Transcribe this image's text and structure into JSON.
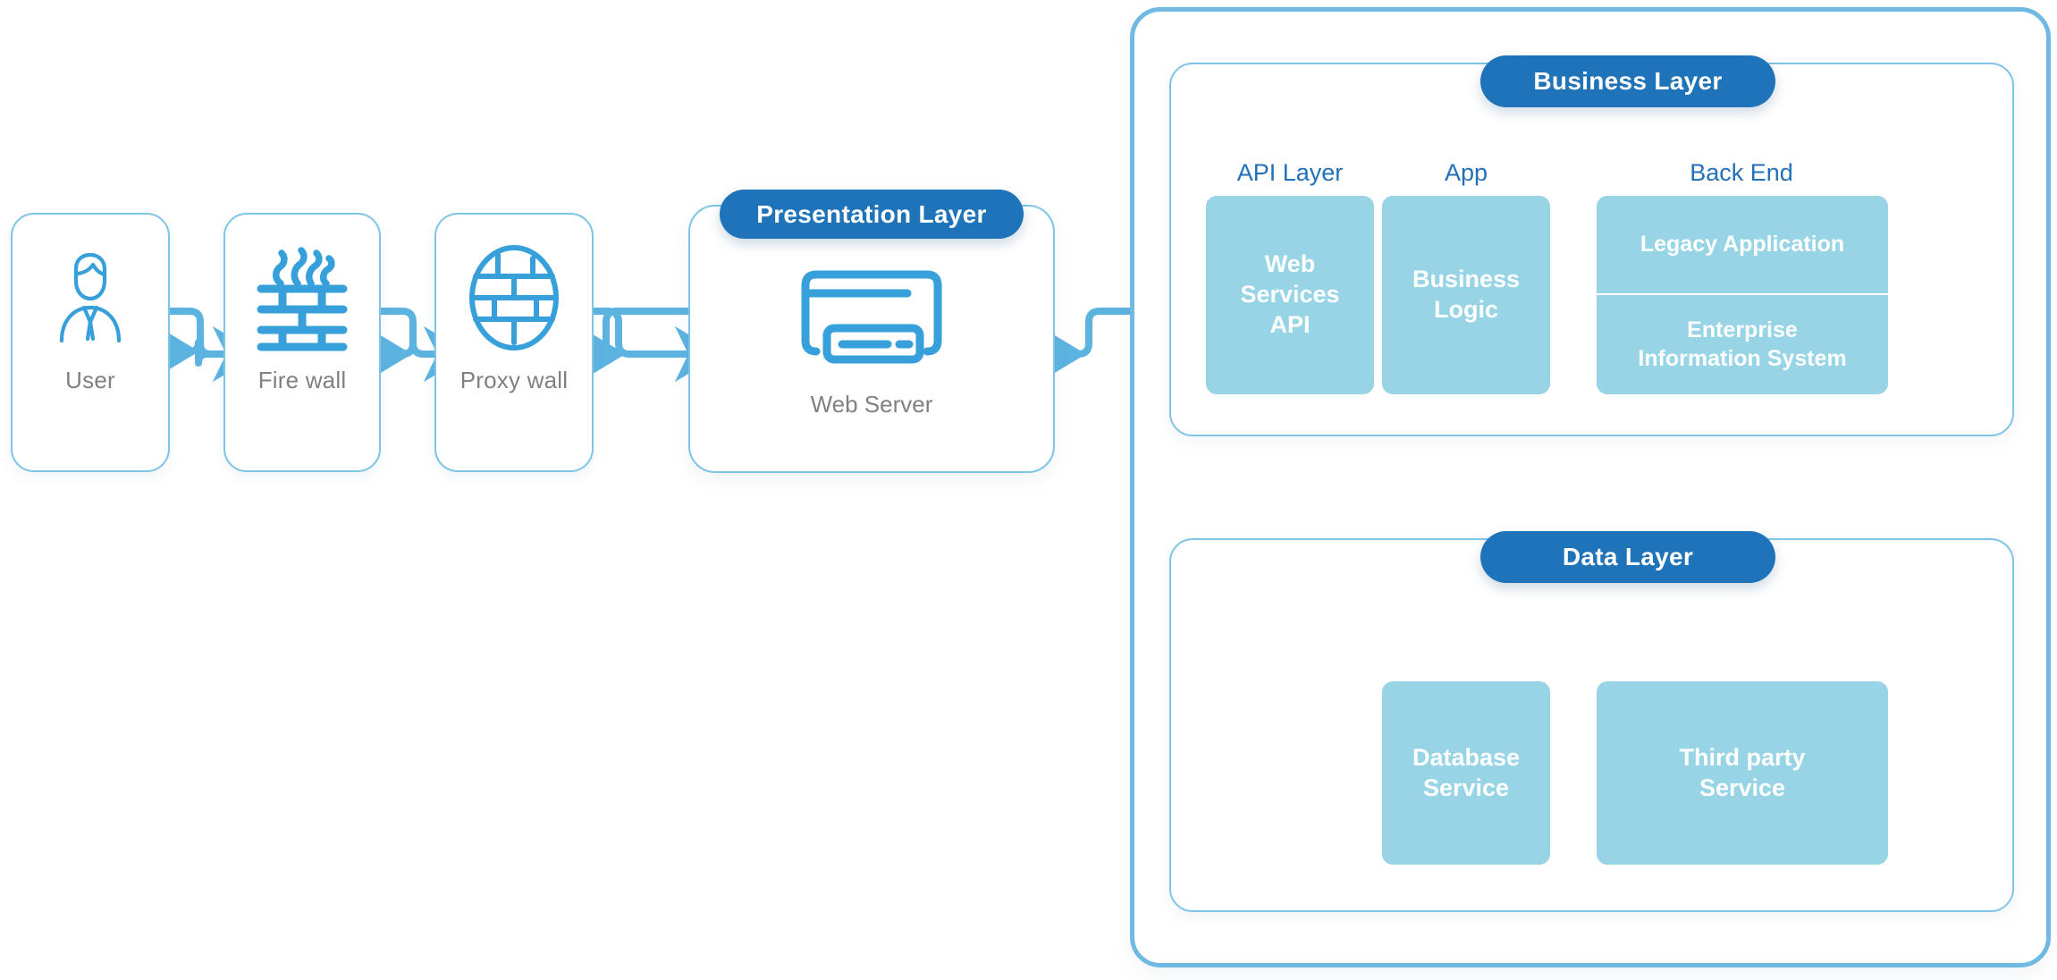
{
  "colors": {
    "badge_blue": "#1f73b8",
    "block_light_blue": "#97d4e5",
    "connector_blue": "#5cb3e0",
    "icon_blue": "#37a0db",
    "card_border": "#7ec4e6",
    "outer_border": "#6fb9e2",
    "label_gray": "#7e8184",
    "label_blue": "#2270b8",
    "background": "#ffffff"
  },
  "flow_nodes": [
    {
      "id": "user",
      "label": "User",
      "icon": "user-avatar-icon"
    },
    {
      "id": "firewall",
      "label": "Fire wall",
      "icon": "firewall-brick-flame-icon"
    },
    {
      "id": "proxywall",
      "label": "Proxy wall",
      "icon": "proxy-globe-brick-icon"
    }
  ],
  "presentation": {
    "badge": "Presentation Layer",
    "node": {
      "label": "Web Server",
      "icon": "web-server-icon"
    }
  },
  "business": {
    "badge": "Business Layer",
    "columns": [
      {
        "label": "API Layer",
        "id": "api-layer"
      },
      {
        "label": "App",
        "id": "app"
      },
      {
        "label": "Back End",
        "id": "back-end"
      }
    ],
    "blocks": [
      {
        "id": "web-services-api",
        "lines": [
          "Web",
          "Services",
          "API"
        ]
      },
      {
        "id": "business-logic",
        "lines": [
          "Business",
          "Logic"
        ]
      }
    ],
    "backend": {
      "id": "back-end-stack",
      "top": {
        "id": "legacy-application",
        "lines": [
          "Legacy Application"
        ]
      },
      "bottom": {
        "id": "enterprise-information-system",
        "lines": [
          "Enterprise",
          "Information System"
        ]
      }
    }
  },
  "data_layer": {
    "badge": "Data Layer",
    "blocks": [
      {
        "id": "database-service",
        "lines": [
          "Database",
          "Service"
        ]
      },
      {
        "id": "third-party-service",
        "lines": [
          "Third party",
          "Service"
        ]
      }
    ]
  },
  "connectors": [
    {
      "id": "user-firewall",
      "kind": "bidirectional-s",
      "from": "user",
      "to": "firewall"
    },
    {
      "id": "firewall-proxywall",
      "kind": "bidirectional-s",
      "from": "firewall",
      "to": "proxywall"
    },
    {
      "id": "proxywall-webserver",
      "kind": "bidirectional-s",
      "from": "proxywall",
      "to": "web-server"
    },
    {
      "id": "webserver-business",
      "kind": "bidirectional-s",
      "from": "web-server",
      "to": "business-layer"
    },
    {
      "id": "businesslogic-backend",
      "kind": "bidirectional-s",
      "from": "business-logic",
      "to": "back-end-stack"
    },
    {
      "id": "businesslogic-database",
      "kind": "bidirectional",
      "from": "business-logic",
      "to": "database-service"
    },
    {
      "id": "businesslogic-thirdparty",
      "kind": "bidirectional",
      "from": "business-logic",
      "to": "third-party-service"
    }
  ]
}
